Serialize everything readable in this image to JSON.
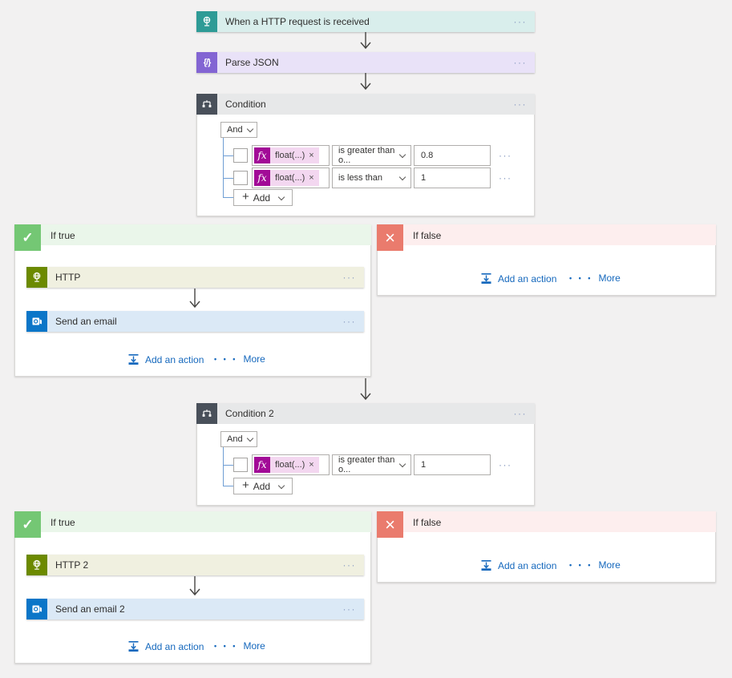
{
  "icons": {
    "ellipsis": "···",
    "more_dots": "• • •",
    "fx": "fx",
    "check": "✓",
    "cross": "×",
    "parse_json": "{/}",
    "plus": "+"
  },
  "colors": {
    "canvas_bg": "#f2f1f1",
    "trigger_icon_bg": "#2e9b96",
    "trigger_bar_bg": "#d9eeec",
    "parse_icon_bg": "#8365d3",
    "parse_bar_bg": "#e9e2f8",
    "condition_icon_bg": "#49505a",
    "condition_header_bg": "#e7e8e9",
    "if_true_icon_bg": "#74c774",
    "if_true_header_bg": "#eaf6ea",
    "if_false_icon_bg": "#ea7b6d",
    "if_false_header_bg": "#fdeeee",
    "http_icon_bg": "#6c8a00",
    "http_bar_bg": "#f0f0e0",
    "email_icon_bg": "#0b76c8",
    "email_bar_bg": "#dbe9f6",
    "expression_fx_bg": "#a20b97",
    "expression_token_bg": "#f3d7f0",
    "link_blue": "#1568bd",
    "connector_blue": "#6e9ed4"
  },
  "trigger": {
    "title": "When a HTTP request is received"
  },
  "parse_json": {
    "title": "Parse JSON"
  },
  "condition1": {
    "title": "Condition",
    "join_operator": "And",
    "rows": [
      {
        "token": "float(...)",
        "operator": "is greater than o...",
        "value": "0.8"
      },
      {
        "token": "float(...)",
        "operator": "is less than",
        "value": "1"
      }
    ],
    "add_label": "Add"
  },
  "branch1_true": {
    "title": "If true",
    "actions": [
      {
        "title": "HTTP"
      },
      {
        "title": "Send an email"
      }
    ],
    "add_action_label": "Add an action",
    "more_label": "More"
  },
  "branch1_false": {
    "title": "If false",
    "add_action_label": "Add an action",
    "more_label": "More"
  },
  "condition2": {
    "title": "Condition 2",
    "join_operator": "And",
    "rows": [
      {
        "token": "float(...)",
        "operator": "is greater than o...",
        "value": "1"
      }
    ],
    "add_label": "Add"
  },
  "branch2_true": {
    "title": "If true",
    "actions": [
      {
        "title": "HTTP 2"
      },
      {
        "title": "Send an email 2"
      }
    ],
    "add_action_label": "Add an action",
    "more_label": "More"
  },
  "branch2_false": {
    "title": "If false",
    "add_action_label": "Add an action",
    "more_label": "More"
  }
}
